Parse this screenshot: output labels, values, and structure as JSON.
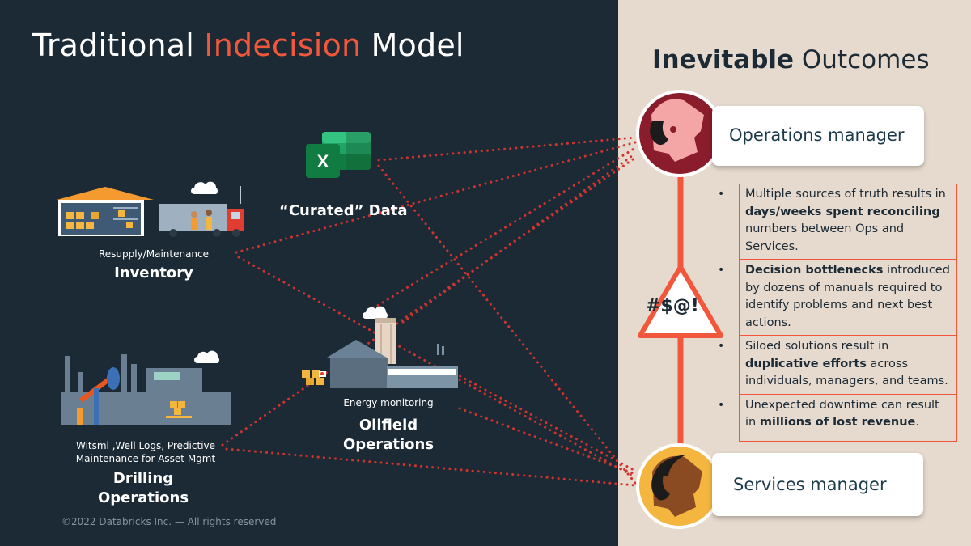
{
  "title": {
    "prefix": "Traditional",
    "accent": "Indecision",
    "suffix": "Model"
  },
  "right_title": {
    "bold": "Inevitable",
    "rest": "Outcomes"
  },
  "sources": {
    "excel_letter": "X",
    "curated": "“Curated” Data",
    "inventory": {
      "caption": "Resupply/Maintenance",
      "name": "Inventory"
    },
    "oilfield": {
      "caption": "Energy monitoring",
      "name_line1": "Oilfield",
      "name_line2": "Operations"
    },
    "drilling": {
      "caption_line1": "Witsml ,Well Logs, Predictive",
      "caption_line2": "Maintenance for Asset Mgmt",
      "name_line1": "Drilling",
      "name_line2": "Operations"
    }
  },
  "managers": {
    "operations": "Operations manager",
    "services": "Services manager"
  },
  "frustration_symbols": "#$@!",
  "outcomes": [
    {
      "pre": "Multiple sources of truth results in ",
      "bold": "days/weeks spent reconciling",
      "post": " numbers between Ops and Services."
    },
    {
      "pre": "",
      "bold": "Decision bottlenecks",
      "post": " introduced by dozens of manuals required to identify problems and next best actions."
    },
    {
      "pre": "Siloed solutions result in ",
      "bold": "duplicative efforts",
      "post": " across individuals, managers, and teams."
    },
    {
      "pre": "Unexpected downtime can result in ",
      "bold": "millions of lost revenue",
      "post": "."
    }
  ],
  "footer": "©2022 Databricks Inc. — All rights reserved",
  "colors": {
    "background": "#1b2a35",
    "panel": "#e6dace",
    "accent": "#f2573b",
    "connector": "#d0342c",
    "ops_avatar": "#8b1c2c",
    "services_avatar": "#f4b63f"
  }
}
